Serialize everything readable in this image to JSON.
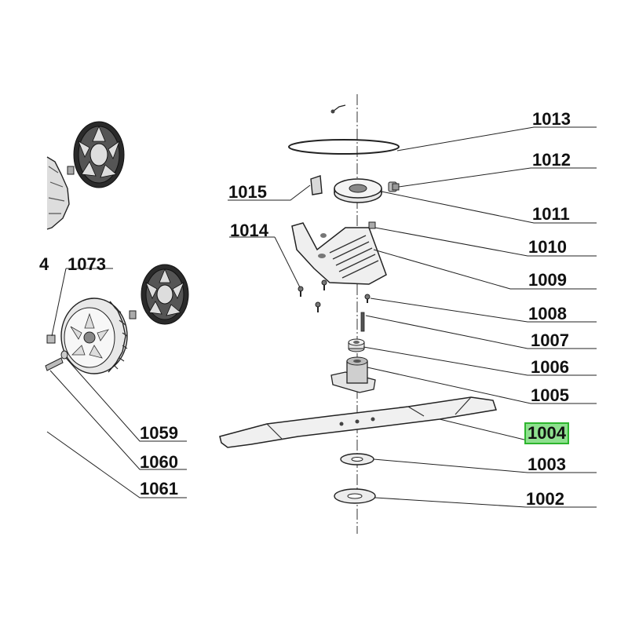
{
  "diagram": {
    "highlight_color": "#8ee08e",
    "highlight_border": "#2db52d",
    "line_color": "#222222",
    "parts": [
      {
        "id": "1013",
        "label": "1013"
      },
      {
        "id": "1012",
        "label": "1012"
      },
      {
        "id": "1015",
        "label": "1015"
      },
      {
        "id": "1011",
        "label": "1011"
      },
      {
        "id": "1014",
        "label": "1014"
      },
      {
        "id": "1010",
        "label": "1010"
      },
      {
        "id": "1073",
        "label": "1073"
      },
      {
        "id": "1009",
        "label": "1009"
      },
      {
        "id": "1008",
        "label": "1008"
      },
      {
        "id": "1007",
        "label": "1007"
      },
      {
        "id": "1006",
        "label": "1006"
      },
      {
        "id": "1005",
        "label": "1005"
      },
      {
        "id": "1059",
        "label": "1059"
      },
      {
        "id": "1004",
        "label": "1004",
        "highlighted": true
      },
      {
        "id": "1060",
        "label": "1060"
      },
      {
        "id": "1003",
        "label": "1003"
      },
      {
        "id": "1061",
        "label": "1061"
      },
      {
        "id": "1002",
        "label": "1002"
      }
    ],
    "partial_label": "4"
  }
}
